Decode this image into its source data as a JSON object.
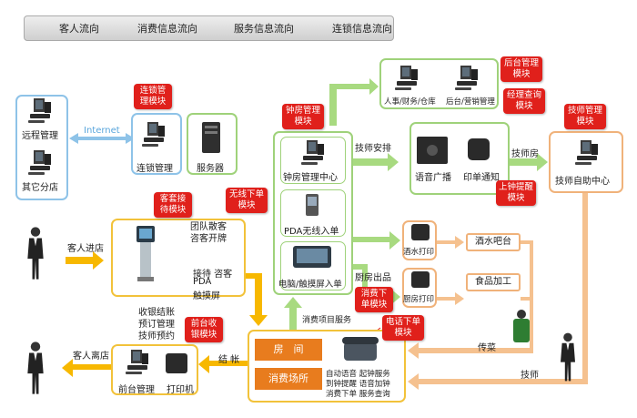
{
  "legend": {
    "customer_flow": "客人流向",
    "consume_flow": "消费信息流向",
    "service_flow": "服务信息流向",
    "chain_flow": "连锁信息流向"
  },
  "remote": {
    "remote_mgmt": "远程管理",
    "other_branch": "其它分店",
    "internet": "Internet"
  },
  "chain": {
    "badge": "连锁管理模块",
    "label": "连锁管理"
  },
  "server": {
    "label": "服务器"
  },
  "backend": {
    "badge": "后台管理模块",
    "pc1": "人事/财务/仓库",
    "pc2": "后台/营销管理",
    "query_badge": "经理查询模块"
  },
  "clock_room": {
    "badge": "钟房管理模块",
    "label": "钟房管理中心"
  },
  "pda": {
    "badge": "无线下单模块",
    "label": "PDA无线入单"
  },
  "touch": {
    "label": "电脑/触摸屏入单",
    "badge": "消费下单模块"
  },
  "tech_arrange": "技师安排",
  "voice": {
    "speaker": "语音广播",
    "printer": "印单通知",
    "badge": "上钟提醒模块"
  },
  "tech_room": "技师房",
  "tech_center": {
    "badge": "技师管理模块",
    "label": "技师自助中心"
  },
  "reception": {
    "badge": "客套接待模块",
    "note1": "团队散客",
    "note2": "咨客开牌",
    "note3": "接待 咨客",
    "note4": "PDA",
    "note5": "触摸屏"
  },
  "customer_enter": "客人进店",
  "kitchen": {
    "out_label": "厨房出品",
    "bar_print": "酒水打印",
    "kitchen_print": "厨房打印",
    "bar": "酒水吧台",
    "food": "食品加工"
  },
  "consume_service": "消费项目服务",
  "serve_dish": "传菜",
  "technician": "技师",
  "front_desk": {
    "notes": "收银结账",
    "notes2": "预订管理",
    "notes3": "技师预约",
    "badge": "前台收银模块",
    "pc": "前台管理",
    "printer": "打印机",
    "checkout": "结 帐"
  },
  "customer_leave": "客人离店",
  "rooms": {
    "room": "房　间",
    "venue": "消费场所"
  },
  "phone": {
    "badge": "电话下单模块",
    "line1": "自动语音  起钟服务",
    "line2": "到钟提醒  语音加钟",
    "line3": "消费下单  服务查询"
  },
  "colors": {
    "customer": "#f7b800",
    "consume": "#8fd05a",
    "service": "#f5c18f",
    "chain": "#6fb6e8",
    "badge": "#e0201b"
  }
}
